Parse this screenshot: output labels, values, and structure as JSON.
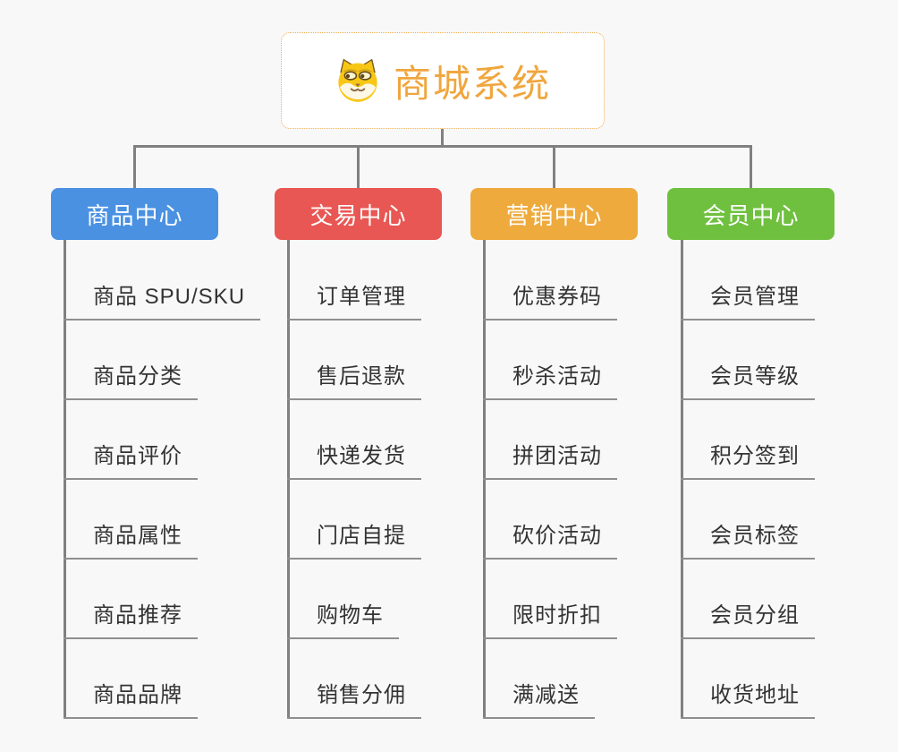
{
  "root": {
    "title": "商城系统",
    "icon": "dog-face-icon",
    "title_color": "#f0a63e",
    "border_color": "#f0ad4e"
  },
  "style": {
    "background_color": "#f8f8f8",
    "connector_color": "#808080",
    "leaf_underline_color": "#8f8f8f",
    "leaf_text_color": "#333333"
  },
  "branches": [
    {
      "label": "商品中心",
      "color": "#4a91e2",
      "items": [
        "商品 SPU/SKU",
        "商品分类",
        "商品评价",
        "商品属性",
        "商品推荐",
        "商品品牌"
      ]
    },
    {
      "label": "交易中心",
      "color": "#e85753",
      "items": [
        "订单管理",
        "售后退款",
        "快递发货",
        "门店自提",
        "购物车",
        "销售分佣"
      ]
    },
    {
      "label": "营销中心",
      "color": "#eeaa3c",
      "items": [
        "优惠券码",
        "秒杀活动",
        "拼团活动",
        "砍价活动",
        "限时折扣",
        "满减送"
      ]
    },
    {
      "label": "会员中心",
      "color": "#70c040",
      "items": [
        "会员管理",
        "会员等级",
        "积分签到",
        "会员标签",
        "会员分组",
        "收货地址"
      ]
    }
  ]
}
